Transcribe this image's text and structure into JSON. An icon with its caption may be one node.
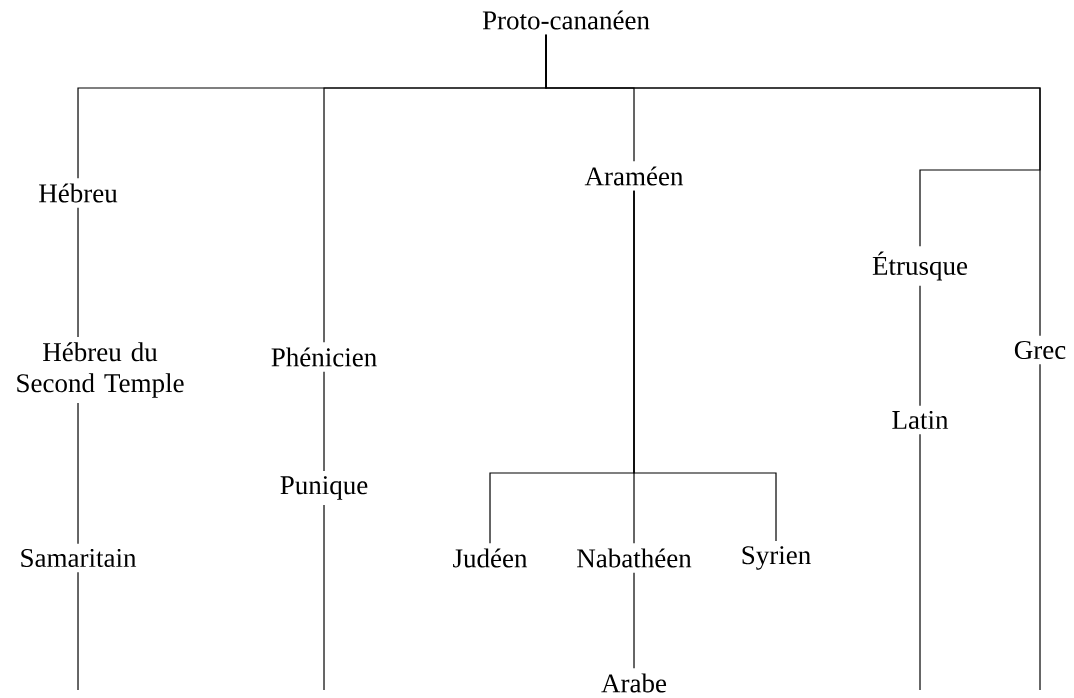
{
  "diagram": {
    "nodes": [
      {
        "text": [
          "Proto-cananéen"
        ]
      },
      {
        "text": [
          "Hébreu"
        ]
      },
      {
        "text": [
          "Araméen"
        ]
      },
      {
        "text": [
          "Étrusque"
        ]
      },
      {
        "text": [
          "Grec"
        ]
      },
      {
        "text": [
          "Hébreu du Second Temple"
        ]
      },
      {
        "text": [
          "Phénicien"
        ]
      },
      {
        "text": [
          "Latin"
        ]
      },
      {
        "text": [
          "Punique"
        ]
      },
      {
        "text": [
          "Samaritain"
        ]
      },
      {
        "text": [
          "Judéen"
        ]
      },
      {
        "text": [
          "Nabathéen"
        ]
      },
      {
        "text": [
          "Syrien"
        ]
      },
      {
        "text": [
          "Arabe"
        ]
      }
    ],
    "edges": [
      {
        "from": 0,
        "to": 1,
        "arrow": "none"
      },
      {
        "from": 0,
        "to": 6,
        "arrow": "none"
      },
      {
        "from": 0,
        "to": 2,
        "arrow": "none"
      },
      {
        "from": 0,
        "to": 3,
        "arrow": "none"
      },
      {
        "from": 0,
        "to": 4,
        "arrow": "none"
      },
      {
        "from": 1,
        "to": 5,
        "arrow": "none"
      },
      {
        "from": 5,
        "to": 9,
        "arrow": "none"
      },
      {
        "from": 9,
        "to": null,
        "arrow": "none"
      },
      {
        "from": 6,
        "to": 8,
        "arrow": "none"
      },
      {
        "from": 8,
        "to": null,
        "arrow": "none"
      },
      {
        "from": 2,
        "to": 10,
        "arrow": "none"
      },
      {
        "from": 2,
        "to": 11,
        "arrow": "none"
      },
      {
        "from": 2,
        "to": 12,
        "arrow": "none"
      },
      {
        "from": 11,
        "to": 13,
        "arrow": "none"
      },
      {
        "from": 3,
        "to": 7,
        "arrow": "none"
      },
      {
        "from": 7,
        "to": null,
        "arrow": "none"
      },
      {
        "from": 4,
        "to": null,
        "arrow": "none"
      }
    ]
  }
}
